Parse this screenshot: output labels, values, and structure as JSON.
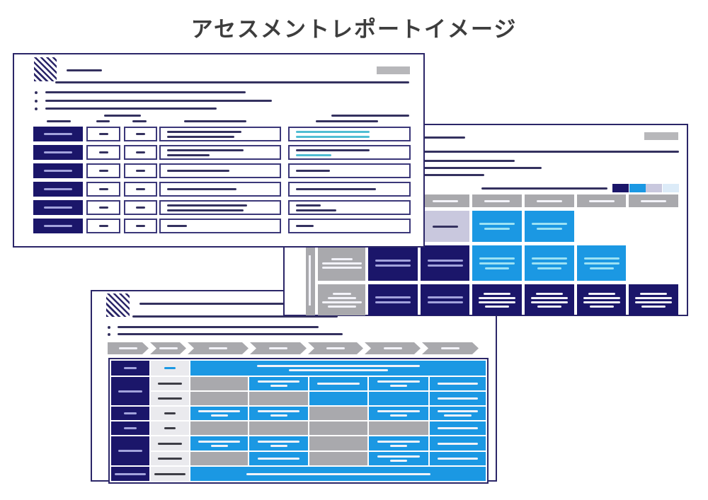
{
  "page": {
    "title": "アセスメントレポートイメージ"
  },
  "colors": {
    "navy": "#1b166a",
    "cardBorder": "#2b2668",
    "cellBorder": "#3b3779",
    "ink": "#34315f",
    "periwinkle": "#a3a3dc",
    "whiteline": "#f3f3f9",
    "blue": "#1b98e3",
    "blueSoft": "#9ce2f4",
    "cyan": "#4fbdd3",
    "lavender": "#c9c8de",
    "paleblue": "#dcebf8",
    "gray": "#a9a9ad",
    "lightcell": "#eaeaee",
    "darkline": "#3d3d45",
    "badge": "#b7b7ba",
    "text": "#3d3d3d"
  },
  "doc1": {
    "name": "assessment-summary-report",
    "rows": [
      {
        "c4": [
          105,
          95
        ],
        "c5": [
          {
            "w": 104,
            "c": "cyan"
          },
          {
            "w": 104,
            "c": "cyan"
          }
        ]
      },
      {
        "c4": [
          108,
          60
        ],
        "c5": [
          {
            "w": 104,
            "c": "navy"
          },
          {
            "w": 50,
            "c": "cyan"
          }
        ]
      },
      {
        "c4": [
          88
        ],
        "c5": [
          {
            "w": 48,
            "c": "navy"
          }
        ]
      },
      {
        "c4": [
          98
        ],
        "c5": [
          {
            "w": 113,
            "c": "navy"
          }
        ]
      },
      {
        "c4": [
          113,
          108
        ],
        "c5": [
          {
            "w": 35,
            "c": "navy"
          },
          {
            "w": 57,
            "c": "navy"
          }
        ]
      },
      {
        "c4": [
          28
        ],
        "c5": [
          {
            "w": 25,
            "c": "navy"
          }
        ]
      }
    ]
  },
  "doc2": {
    "name": "maturity-matrix-report",
    "legend_chips": [
      "navy",
      "blue",
      "lavender",
      "paleblue"
    ],
    "cells": [
      {
        "r": 1,
        "c": 3,
        "t": "ghead"
      },
      {
        "r": 1,
        "c": 4,
        "t": "ghead"
      },
      {
        "r": 1,
        "c": 5,
        "t": "ghead"
      },
      {
        "r": 1,
        "c": 6,
        "t": "ghead"
      },
      {
        "r": 1,
        "c": 7,
        "t": "ghead"
      },
      {
        "r": 1,
        "c": 8,
        "t": "ghead"
      },
      {
        "r": 2,
        "c": 4,
        "t": "lav"
      },
      {
        "r": 2,
        "c": 5,
        "t": "blue",
        "lines": [
          50,
          36
        ]
      },
      {
        "r": 2,
        "c": 6,
        "t": "blue",
        "lines": [
          50,
          36
        ]
      },
      {
        "r": 3,
        "c": 1,
        "rs": 2,
        "t": "bar"
      },
      {
        "r": 3,
        "c": 2,
        "t": "glabel",
        "lines": [
          30,
          56,
          56
        ]
      },
      {
        "r": 3,
        "c": 3,
        "t": "navy",
        "lines": [
          50,
          50
        ]
      },
      {
        "r": 3,
        "c": 4,
        "t": "navy",
        "lines": [
          50,
          50
        ]
      },
      {
        "r": 3,
        "c": 5,
        "t": "blue",
        "lines": [
          50,
          50,
          34
        ]
      },
      {
        "r": 3,
        "c": 6,
        "t": "blue",
        "lines": [
          50,
          50,
          34
        ]
      },
      {
        "r": 3,
        "c": 7,
        "t": "blue",
        "lines": [
          50,
          50,
          34
        ]
      },
      {
        "r": 4,
        "c": 2,
        "t": "glabel",
        "lines": [
          26,
          40,
          56,
          40
        ]
      },
      {
        "r": 4,
        "c": 3,
        "t": "navy",
        "lines": [
          50,
          50
        ]
      },
      {
        "r": 4,
        "c": 4,
        "t": "navy",
        "lines": [
          50,
          50
        ]
      },
      {
        "r": 4,
        "c": 5,
        "t": "navyd",
        "lines": [
          38,
          52,
          52,
          34
        ]
      },
      {
        "r": 4,
        "c": 6,
        "t": "navyd",
        "lines": [
          38,
          52,
          52,
          34
        ]
      },
      {
        "r": 4,
        "c": 7,
        "t": "navyd",
        "lines": [
          38,
          52,
          52,
          34
        ]
      },
      {
        "r": 4,
        "c": 8,
        "t": "navyd",
        "lines": [
          38,
          52,
          52,
          34
        ]
      }
    ]
  },
  "doc3": {
    "name": "roadmap-report",
    "arrow_widths": [
      58,
      51,
      86,
      80,
      78,
      79,
      80
    ],
    "cells": [
      {
        "r": 1,
        "c": 1,
        "t": "nl",
        "w": 18
      },
      {
        "r": 2,
        "c": 1,
        "rs": 2,
        "t": "nl",
        "w": 34
      },
      {
        "r": 4,
        "c": 1,
        "t": "nl",
        "w": 18
      },
      {
        "r": 5,
        "c": 1,
        "t": "nl",
        "w": 18
      },
      {
        "r": 6,
        "c": 1,
        "rs": 2,
        "t": "nl",
        "w": 34
      },
      {
        "r": 8,
        "c": 1,
        "t": "nl",
        "w": 44
      },
      {
        "r": 1,
        "c": 2,
        "t": "sub",
        "w": 16,
        "lc": "blue"
      },
      {
        "r": 2,
        "c": 2,
        "t": "sub",
        "w": 34
      },
      {
        "r": 3,
        "c": 2,
        "t": "sub",
        "w": 34
      },
      {
        "r": 4,
        "c": 2,
        "t": "sub",
        "w": 16
      },
      {
        "r": 5,
        "c": 2,
        "t": "sub",
        "w": 16
      },
      {
        "r": 6,
        "c": 2,
        "t": "sub",
        "w": 34
      },
      {
        "r": 7,
        "c": 2,
        "t": "sub",
        "w": 34
      },
      {
        "r": 8,
        "c": 2,
        "t": "sub",
        "w": 44
      },
      {
        "r": 1,
        "c": 3,
        "cs": 5,
        "t": "span",
        "lines": [
          230,
          140
        ]
      },
      {
        "r": 2,
        "c": 3,
        "t": "g"
      },
      {
        "r": 2,
        "c": 4,
        "t": "bld"
      },
      {
        "r": 2,
        "c": 5,
        "t": "bl"
      },
      {
        "r": 2,
        "c": 6,
        "t": "bld"
      },
      {
        "r": 2,
        "c": 7,
        "t": "bl"
      },
      {
        "r": 3,
        "c": 3,
        "t": "g"
      },
      {
        "r": 3,
        "c": 4,
        "t": "g"
      },
      {
        "r": 3,
        "c": 5,
        "t": "b"
      },
      {
        "r": 3,
        "c": 6,
        "t": "b"
      },
      {
        "r": 3,
        "c": 7,
        "t": "bl"
      },
      {
        "r": 4,
        "c": 3,
        "t": "bld"
      },
      {
        "r": 4,
        "c": 4,
        "t": "bld"
      },
      {
        "r": 4,
        "c": 5,
        "t": "g"
      },
      {
        "r": 4,
        "c": 6,
        "t": "bld"
      },
      {
        "r": 4,
        "c": 7,
        "t": "b2"
      },
      {
        "r": 5,
        "c": 3,
        "t": "g"
      },
      {
        "r": 5,
        "c": 4,
        "t": "g"
      },
      {
        "r": 5,
        "c": 5,
        "t": "g"
      },
      {
        "r": 5,
        "c": 6,
        "t": "g"
      },
      {
        "r": 5,
        "c": 7,
        "t": "bl"
      },
      {
        "r": 6,
        "c": 3,
        "t": "bld"
      },
      {
        "r": 6,
        "c": 4,
        "t": "bld"
      },
      {
        "r": 6,
        "c": 5,
        "t": "g"
      },
      {
        "r": 6,
        "c": 6,
        "t": "bld"
      },
      {
        "r": 6,
        "c": 7,
        "t": "bl"
      },
      {
        "r": 7,
        "c": 3,
        "t": "g"
      },
      {
        "r": 7,
        "c": 4,
        "t": "bl"
      },
      {
        "r": 7,
        "c": 5,
        "t": "g"
      },
      {
        "r": 7,
        "c": 6,
        "t": "bld"
      },
      {
        "r": 7,
        "c": 7,
        "t": "bl"
      },
      {
        "r": 8,
        "c": 3,
        "cs": 5,
        "t": "span",
        "lines": [
          260
        ]
      }
    ]
  }
}
